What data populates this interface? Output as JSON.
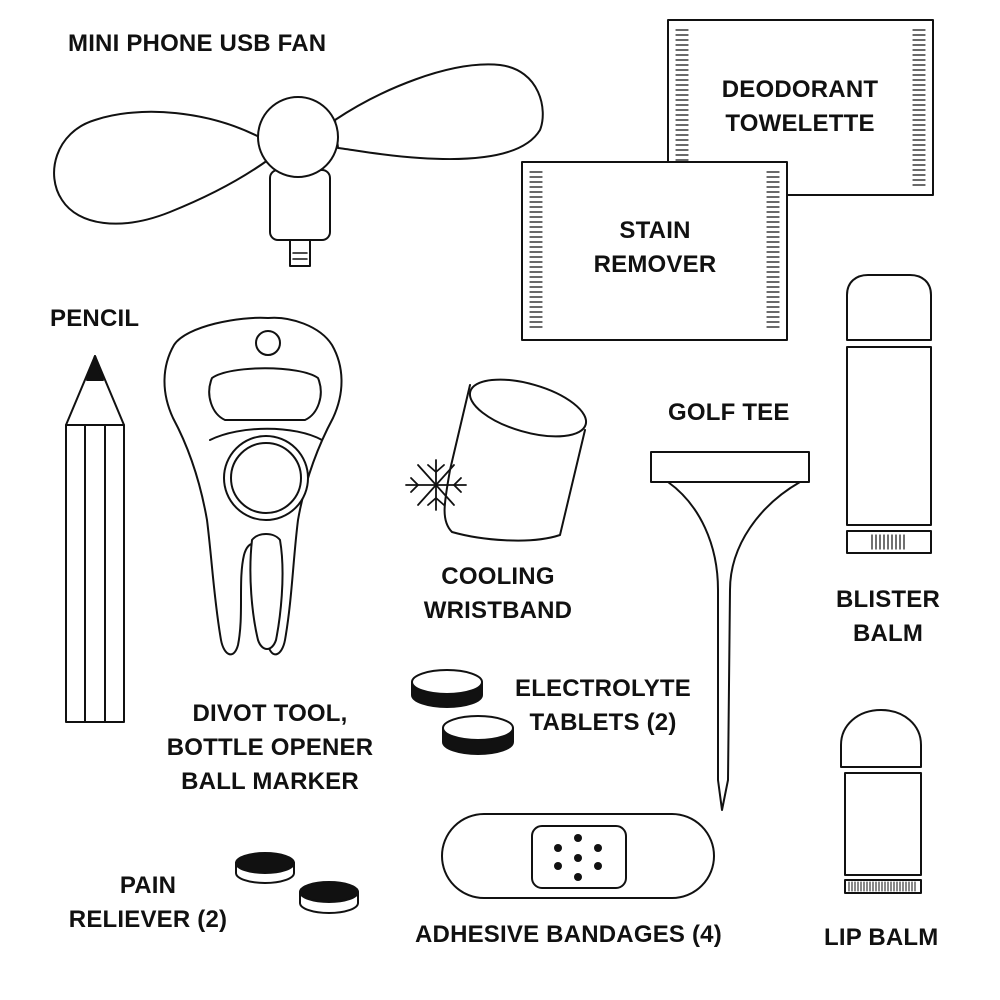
{
  "colors": {
    "ink": "#111111",
    "paper": "#ffffff"
  },
  "items": {
    "fan": {
      "icon": "usb-fan-icon",
      "lines": [
        "MINI PHONE USB FAN"
      ]
    },
    "towelette": {
      "icon": "towelette-packet-icon",
      "lines": [
        "DEODORANT",
        "TOWELETTE"
      ]
    },
    "stain": {
      "icon": "stain-packet-icon",
      "lines": [
        "STAIN",
        "REMOVER"
      ]
    },
    "pencil": {
      "icon": "pencil-icon",
      "lines": [
        "PENCIL"
      ]
    },
    "divot": {
      "icon": "divot-tool-icon",
      "lines": [
        "DIVOT TOOL,",
        "BOTTLE OPENER",
        "BALL MARKER"
      ]
    },
    "cooling": {
      "icon": "wristband-icon",
      "lines": [
        "COOLING",
        "WRISTBAND"
      ]
    },
    "golf": {
      "icon": "golf-tee-icon",
      "lines": [
        "GOLF TEE"
      ]
    },
    "blister": {
      "icon": "blister-balm-icon",
      "lines": [
        "BLISTER",
        "BALM"
      ]
    },
    "electro": {
      "icon": "tablet-icon",
      "lines": [
        "ELECTROLYTE",
        "TABLETS (2)"
      ]
    },
    "pain": {
      "icon": "pill-icon",
      "lines": [
        "PAIN",
        "RELIEVER (2)"
      ]
    },
    "bandage": {
      "icon": "bandage-icon",
      "lines": [
        "ADHESIVE BANDAGES (4)"
      ]
    },
    "lip": {
      "icon": "lip-balm-icon",
      "lines": [
        "LIP BALM"
      ]
    }
  }
}
